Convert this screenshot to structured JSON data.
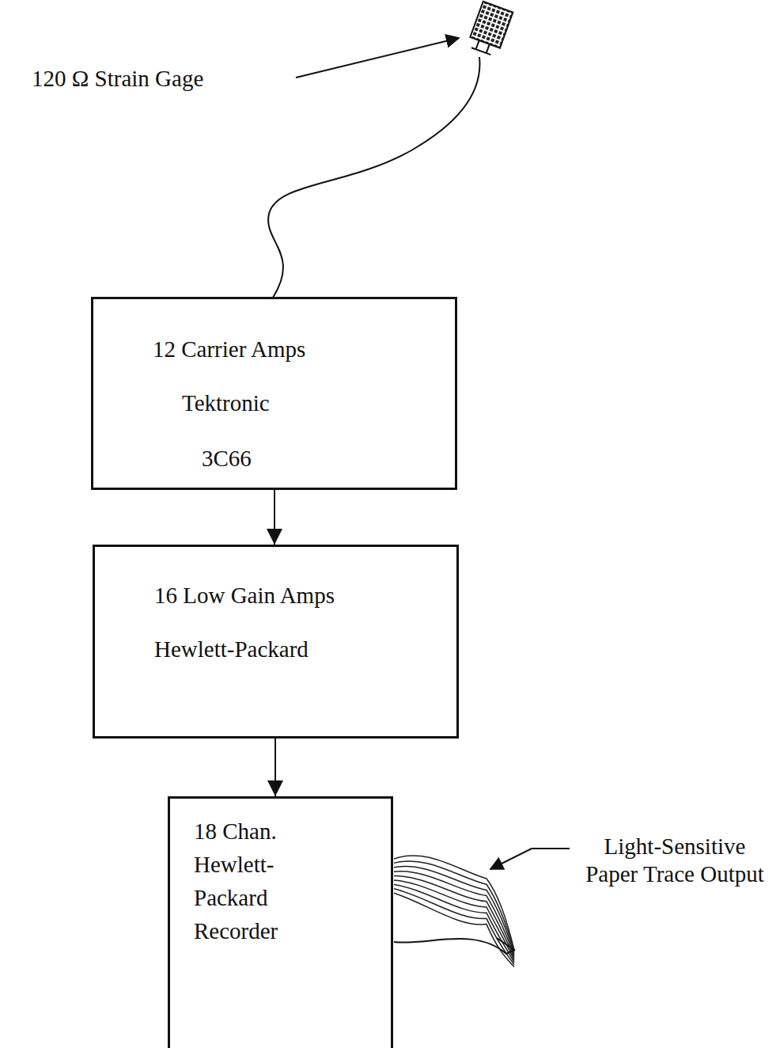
{
  "diagram": {
    "nodes": [
      {
        "text": [
          "12 Carrier Amps",
          "Tektronic",
          "3C66"
        ]
      },
      {
        "text": [
          "16 Low Gain Amps",
          "Hewlett-Packard"
        ]
      },
      {
        "text": [
          "18 Chan. Hewlett-Packard Recorder"
        ]
      }
    ],
    "edges": [
      {
        "from": 0,
        "to": 1,
        "arrow": "to"
      },
      {
        "from": 1,
        "to": 2,
        "arrow": "to"
      }
    ],
    "labels": [
      "120 Ω Strain Gage",
      "Light-Sensitive Paper Trace Output"
    ]
  }
}
